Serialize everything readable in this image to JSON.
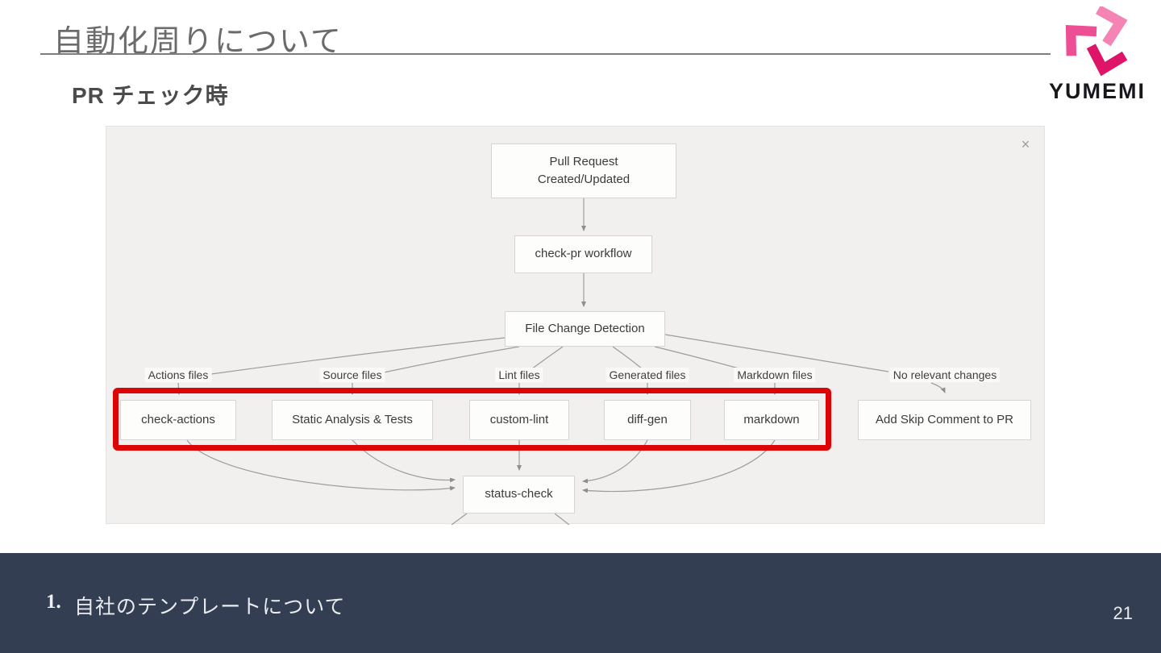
{
  "slide": {
    "title": "自動化周りについて",
    "subtitle": "PR チェック時",
    "footer": {
      "number": "1.",
      "text": "自社のテンプレートについて",
      "page": "21"
    }
  },
  "logo": {
    "wordmark": "YUMEMI",
    "colors": {
      "pink_light": "#f584b5",
      "pink_mid": "#ee4f94",
      "pink_dark": "#de1468"
    }
  },
  "colors": {
    "highlight_red": "#dc0404",
    "footer_bg": "#343e52",
    "panel_bg": "#f1f0ee"
  },
  "diagram": {
    "close_icon": "×",
    "nodes": {
      "pull_request": "Pull Request\nCreated/Updated",
      "check_pr": "check-pr workflow",
      "file_change_detection": "File Change Detection",
      "check_actions": "check-actions",
      "static_analysis": "Static Analysis & Tests",
      "custom_lint": "custom-lint",
      "diff_gen": "diff-gen",
      "markdown": "markdown",
      "add_skip_comment": "Add Skip Comment to PR",
      "status_check": "status-check"
    },
    "edge_labels": {
      "actions_files": "Actions files",
      "source_files": "Source files",
      "lint_files": "Lint files",
      "generated_files": "Generated files",
      "markdown_files": "Markdown files",
      "no_relevant_changes": "No relevant changes"
    }
  }
}
